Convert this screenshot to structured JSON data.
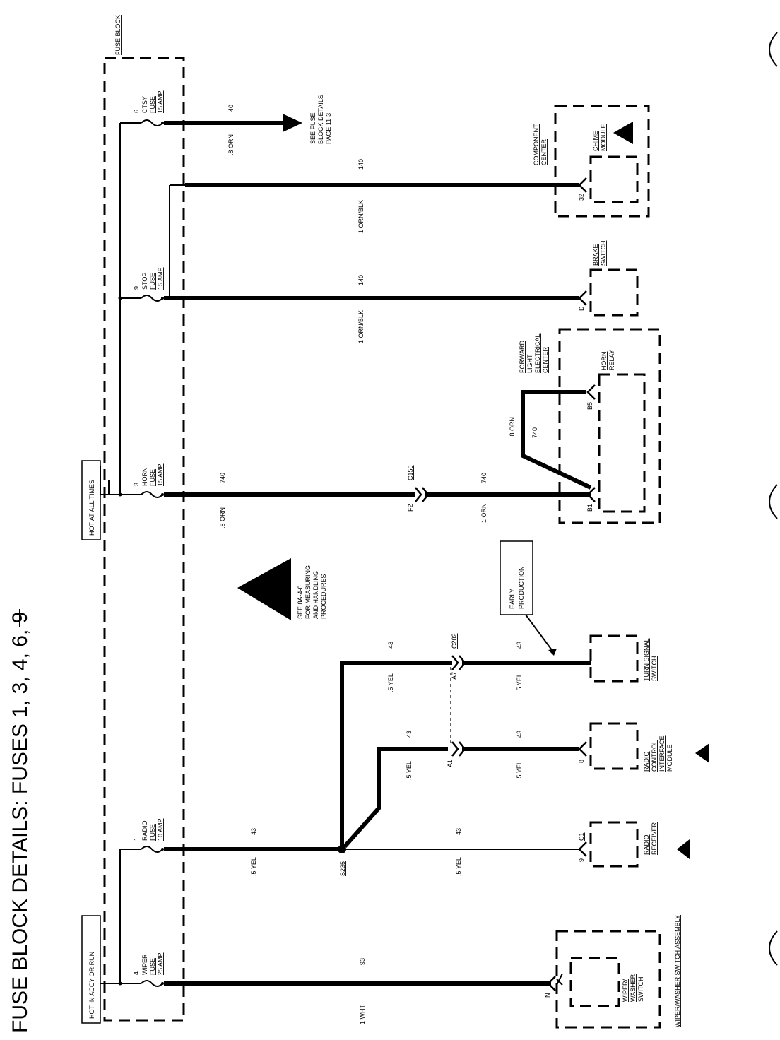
{
  "title": "FUSE BLOCK DETAILS: FUSES 1, 3, 4, 6, 9",
  "fuse_block": {
    "label": "FUSE BLOCK"
  },
  "hot_labels": {
    "hot_accy_run": "HOT IN ACCY OR RUN",
    "hot_all_times": "HOT AT ALL TIMES"
  },
  "fuses": [
    {
      "num": "4",
      "line1": "WIPER",
      "line2": "FUSE",
      "line3": "25 AMP"
    },
    {
      "num": "1",
      "line1": "RADIO",
      "line2": "FUSE",
      "line3": "10 AMP"
    },
    {
      "num": "3",
      "line1": "HORN",
      "line2": "FUSE",
      "line3": "15 AMP"
    },
    {
      "num": "9",
      "line1": "STOP",
      "line2": "FUSE",
      "line3": "15 AMP"
    },
    {
      "num": "6",
      "line1": "CTSY",
      "line2": "FUSE",
      "line3": "15 AMP"
    }
  ],
  "wires": {
    "w93": {
      "circuit": "93",
      "color": "1 WHT"
    },
    "w43_main_a": {
      "circuit": "43",
      "color": ".5 YEL"
    },
    "w43_main_b": {
      "circuit": "43",
      "color": ".5 YEL"
    },
    "w43_a1_up": {
      "circuit": "43",
      "color": ".5 YEL"
    },
    "w43_a1_dn": {
      "circuit": "43",
      "color": ".5 YEL"
    },
    "w43_a7_up": {
      "circuit": "43",
      "color": ".5 YEL"
    },
    "w43_a7_dn": {
      "circuit": "43",
      "color": ".5 YEL"
    },
    "w740_a": {
      "circuit": "740",
      "color": ".8 ORN"
    },
    "w740_b": {
      "circuit": "740",
      "color": "1 ORN"
    },
    "w740_c": {
      "circuit": "740",
      "color": ".8 ORN"
    },
    "w140_a": {
      "circuit": "140",
      "color": "1 ORN/BLK"
    },
    "w140_b": {
      "circuit": "140",
      "color": "1 ORN/BLK"
    },
    "w40": {
      "circuit": "40",
      "color": ".8 ORN"
    }
  },
  "splice": "S235",
  "connectors": {
    "c150": "C150",
    "f2": "F2",
    "c202": "C202",
    "a7": "A7",
    "a1": "A1",
    "b1": "B1",
    "b5": "B5",
    "c1": "C1"
  },
  "pins": {
    "wiper_n": "N",
    "radio_9": "9",
    "rcim_8": "8",
    "brake_d": "D",
    "chime_32": "32"
  },
  "components": {
    "wiper_switch": [
      "WIPER/",
      "WASHER",
      "SWITCH"
    ],
    "wiper_assembly": "WIPER/WASHER SWITCH ASSEMBLY",
    "radio_receiver": [
      "RADIO",
      "RECEIVER"
    ],
    "radio_module": [
      "RADIO",
      "CONTROL",
      "INTERFACE",
      "MODULE"
    ],
    "turn_signal": [
      "TURN SIGNAL",
      "SWITCH"
    ],
    "horn_relay": [
      "HORN",
      "RELAY"
    ],
    "forward_center": [
      "FORWARD",
      "LIGHT",
      "ELECTRICAL",
      "CENTER"
    ],
    "brake_switch": [
      "BRAKE",
      "SWITCH"
    ],
    "chime_module": [
      "CHIME",
      "MODULE"
    ],
    "component_center": [
      "COMPONENT",
      "CENTER"
    ]
  },
  "notes": {
    "esd": [
      "SEE 8A-4-0",
      "FOR MEASURING",
      "AND HANDLING",
      "PROCEDURES"
    ],
    "early": [
      "EARLY",
      "PRODUCTION"
    ],
    "fuse_details": [
      "SEE FUSE",
      "BLOCK DETAILS",
      "PAGE 11-3"
    ]
  }
}
